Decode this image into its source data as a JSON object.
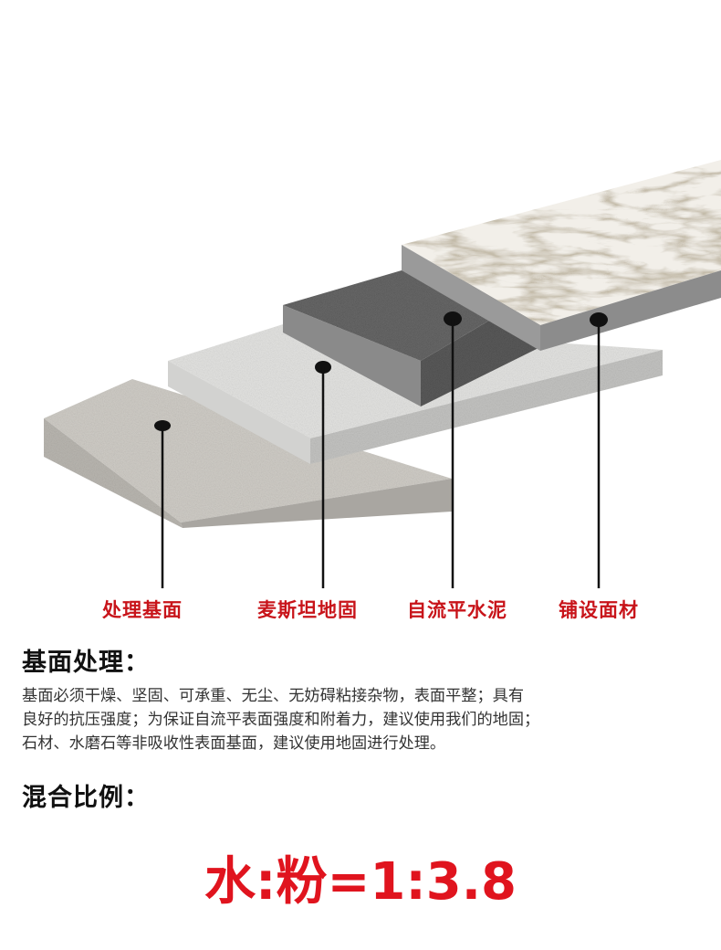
{
  "layers": [
    {
      "label": "处理基面"
    },
    {
      "label": "麦斯坦地固"
    },
    {
      "label": "自流平水泥"
    },
    {
      "label": "铺设面材"
    }
  ],
  "base_section": {
    "title": "基面处理：",
    "lines": [
      "基面必须干燥、坚固、可承重、无尘、无妨碍粘接杂物，表面平整；具有",
      "良好的抗压强度；为保证自流平表面强度和附着力，建议使用我们的地固；",
      "石材、水磨石等非吸收性表面基面，建议使用地固进行处理。"
    ]
  },
  "mix_section": {
    "title": "混合比例：",
    "ratio": "水:粉=1:3.8"
  },
  "colors": {
    "label_red": "#c8141a",
    "ratio_red": "#e0141e"
  }
}
